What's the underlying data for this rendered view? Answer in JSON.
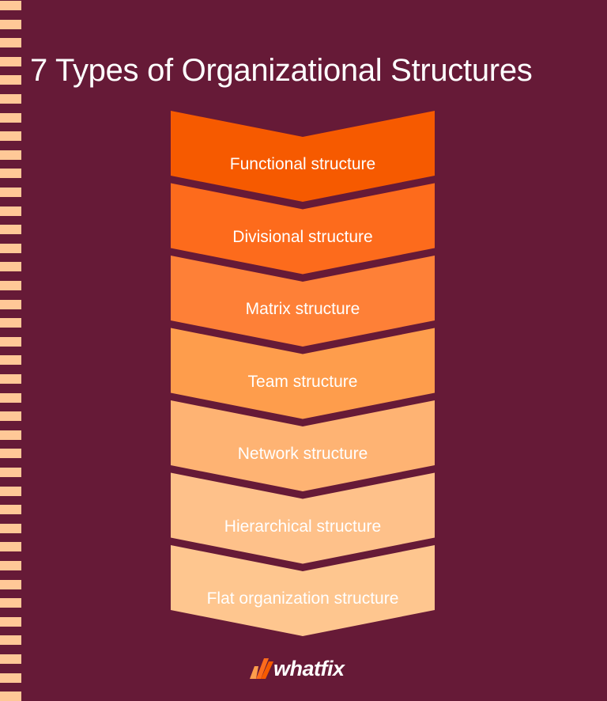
{
  "title": "7 Types of Organizational Structures",
  "colors": {
    "background": "#661a37",
    "stripe": "#ffc897",
    "text": "#ffffff"
  },
  "structures": [
    {
      "label": "Functional structure",
      "color": "#f65a00"
    },
    {
      "label": "Divisional structure",
      "color": "#fd6b1c"
    },
    {
      "label": "Matrix structure",
      "color": "#fe8037"
    },
    {
      "label": "Team structure",
      "color": "#fe9d4c"
    },
    {
      "label": "Network structure",
      "color": "#feb373"
    },
    {
      "label": "Hierarchical structure",
      "color": "#fec18a"
    },
    {
      "label": "Flat organization structure",
      "color": "#fec68f"
    }
  ],
  "logo": {
    "text": "whatfix",
    "icon": "whatfix-w-mark-icon"
  }
}
